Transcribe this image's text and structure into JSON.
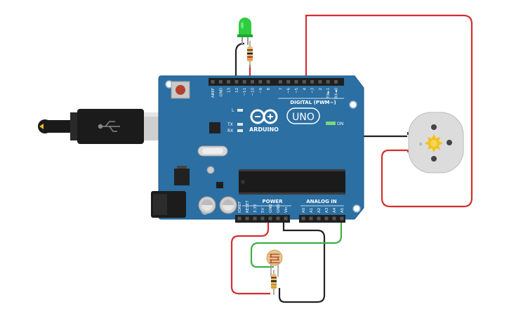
{
  "board": {
    "logo_text": "ARDUINO",
    "model_text": "UNO",
    "digital_label": "DIGITAL (PWM~)",
    "power_label": "POWER",
    "analog_label": "ANALOG IN",
    "on_label": "ON",
    "led_l_label": "L",
    "tx_label": "TX",
    "rx_label": "RX",
    "digital_pins": [
      "AREF",
      "GND",
      "13",
      "12",
      "~11",
      "~10",
      "~9",
      "8",
      "7",
      "~6",
      "~5",
      "4",
      "~3",
      "2",
      "TX►1",
      "RX◄0"
    ],
    "power_pins": [
      "IOREF",
      "RESET",
      "3.3V",
      "5V",
      "GND",
      "GND",
      "Vin"
    ],
    "analog_pins": [
      "A0",
      "A1",
      "A2",
      "A3",
      "A4",
      "A5"
    ]
  },
  "motor": {
    "label": "M"
  },
  "colors": {
    "board": "#2b6fa3",
    "wire_red": "#d32f2f",
    "wire_black": "#222222",
    "wire_green": "#3fae49",
    "led": "#2ecc40"
  }
}
